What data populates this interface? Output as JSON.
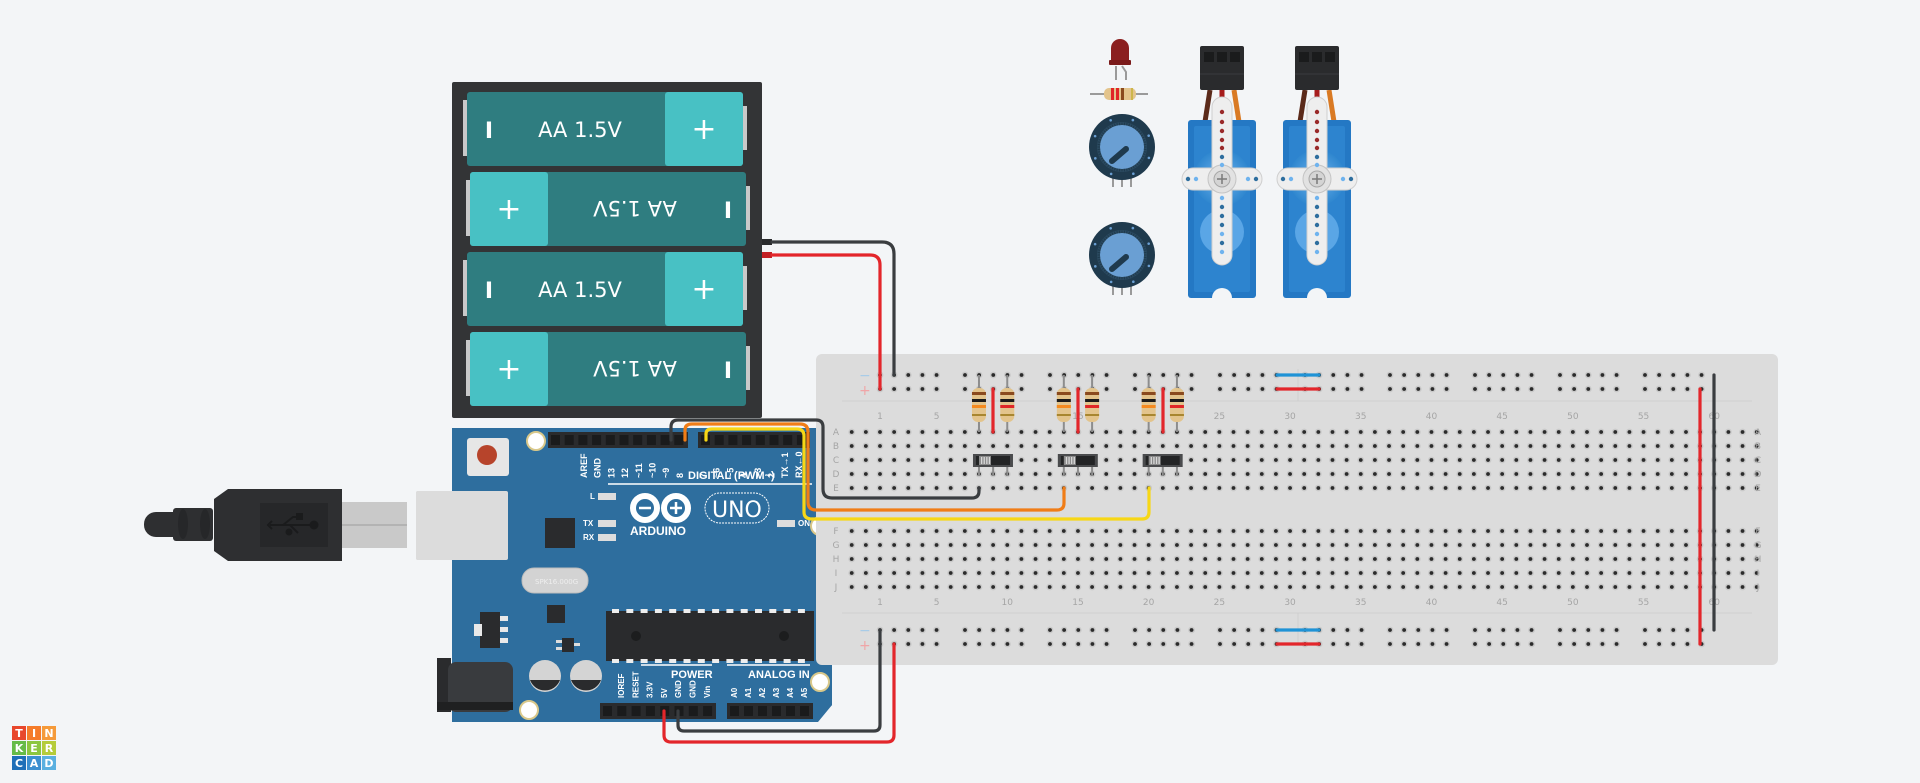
{
  "app": {
    "name": "Tinkercad Circuits"
  },
  "logo": {
    "letters": [
      "T",
      "I",
      "N",
      "K",
      "E",
      "R",
      "C",
      "A",
      "D"
    ],
    "colors": [
      "#e8472c",
      "#f57c2a",
      "#f59a3a",
      "#66bb47",
      "#8cc63f",
      "#b5cc3a",
      "#1e6fb8",
      "#3c8fd0",
      "#5ab0e0"
    ]
  },
  "battery_pack": {
    "cells": [
      {
        "label": "AA 1.5V",
        "minus": "I",
        "plus": "+",
        "flipped": false
      },
      {
        "label": "AA 1.5V",
        "minus": "I",
        "plus": "+",
        "flipped": true
      },
      {
        "label": "AA 1.5V",
        "minus": "I",
        "plus": "+",
        "flipped": false
      },
      {
        "label": "AA 1.5V",
        "minus": "I",
        "plus": "+",
        "flipped": true
      }
    ]
  },
  "arduino": {
    "brand": "ARDUINO",
    "model": "UNO",
    "digital_label": "DIGITAL (PWM~)",
    "digital_pins": [
      "AREF",
      "GND",
      "13",
      "12",
      "~11",
      "~10",
      "~9",
      "8",
      "7",
      "~6",
      "~5",
      "4",
      "~3",
      "2",
      "TX→1",
      "RX←0"
    ],
    "led_labels": [
      "L",
      "TX",
      "RX"
    ],
    "on_label": "ON",
    "crystal_label": "SPK16.000G",
    "power_label": "POWER",
    "power_pins": [
      "IOREF",
      "RESET",
      "3.3V",
      "5V",
      "GND",
      "GND",
      "Vin"
    ],
    "analog_label": "ANALOG IN",
    "analog_pins": [
      "A0",
      "A1",
      "A2",
      "A3",
      "A4",
      "A5"
    ]
  },
  "breadboard": {
    "columns": 63,
    "column_numbers": [
      "1",
      "5",
      "10",
      "15",
      "20",
      "25",
      "30",
      "35",
      "40",
      "45",
      "50",
      "55",
      "60"
    ],
    "rows_top": [
      "A",
      "B",
      "C",
      "D",
      "E"
    ],
    "rows_bottom": [
      "F",
      "G",
      "H",
      "I",
      "J"
    ],
    "rail_minus": "−",
    "rail_plus": "+"
  },
  "palette_parts": [
    "red-led",
    "resistor",
    "potentiometer",
    "potentiometer",
    "micro-servo",
    "micro-servo"
  ],
  "colors": {
    "wire_red": "#e3262b",
    "wire_black": "#3a3d40",
    "wire_orange": "#f07d17",
    "wire_yellow": "#f7d716",
    "wire_blue": "#1f93d6",
    "arduino_blue": "#2e6e9e",
    "battery_teal": "#2f7d80",
    "battery_cyan": "#48c1c4"
  }
}
